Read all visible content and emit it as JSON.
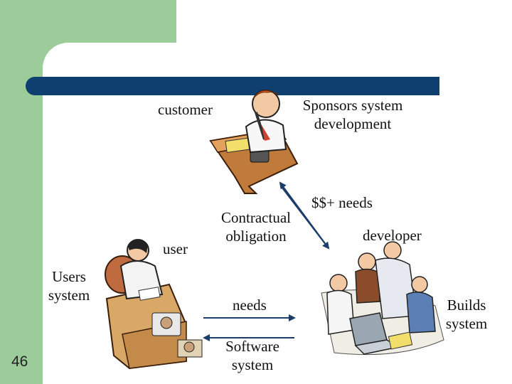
{
  "slide": {
    "number": "46",
    "colors": {
      "frame_green": "#9ccc99",
      "title_bar": "#0f3f6e"
    }
  },
  "labels": {
    "customer": "customer",
    "sponsors": [
      "Sponsors system",
      "development"
    ],
    "money_needs": "$$+ needs",
    "contractual": [
      "Contractual",
      "obligation"
    ],
    "user": "user",
    "developer": "developer",
    "users_system": [
      "Users",
      "system"
    ],
    "needs": "needs",
    "builds_system": [
      "Builds",
      "system"
    ],
    "software_system": [
      "Software",
      "system"
    ]
  },
  "illustrations": [
    "customer-on-phone-at-desk",
    "user-at-desk-with-computer",
    "developer-team-around-laptop"
  ]
}
